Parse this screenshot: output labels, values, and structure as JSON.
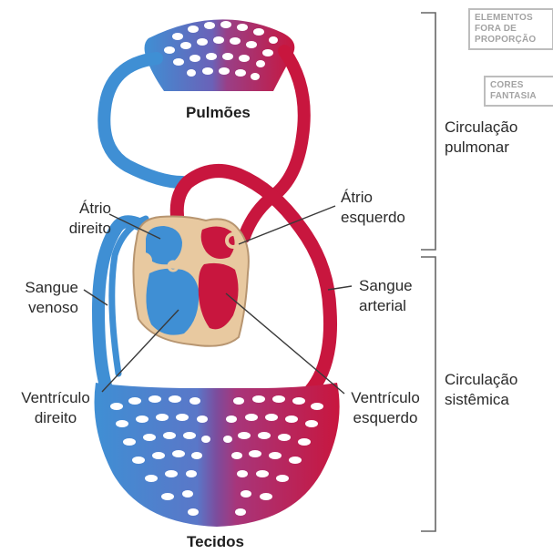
{
  "badges": {
    "out_of_proportion": [
      "ELEMENTOS",
      "FORA DE",
      "PROPORÇÃO"
    ],
    "fantasy_colors": [
      "CORES",
      "FANTASIA"
    ]
  },
  "labels": {
    "lungs": "Pulmões",
    "tissues": "Tecidos",
    "right_atrium": [
      "Átrio",
      "direito"
    ],
    "left_atrium": [
      "Átrio",
      "esquerdo"
    ],
    "venous_blood": [
      "Sangue",
      "venoso"
    ],
    "arterial_blood": [
      "Sangue",
      "arterial"
    ],
    "right_ventricle": [
      "Ventrículo",
      "direito"
    ],
    "left_ventricle": [
      "Ventrículo",
      "esquerdo"
    ],
    "pulmonary_circulation": [
      "Circulação",
      "pulmonar"
    ],
    "systemic_circulation": [
      "Circulação",
      "sistêmica"
    ]
  },
  "colors": {
    "venous": "#3f8fd4",
    "arterial": "#c8163e",
    "mixed": "#7d4c9c",
    "pericardium": "#e8c9a0",
    "bracket": "#666666"
  }
}
